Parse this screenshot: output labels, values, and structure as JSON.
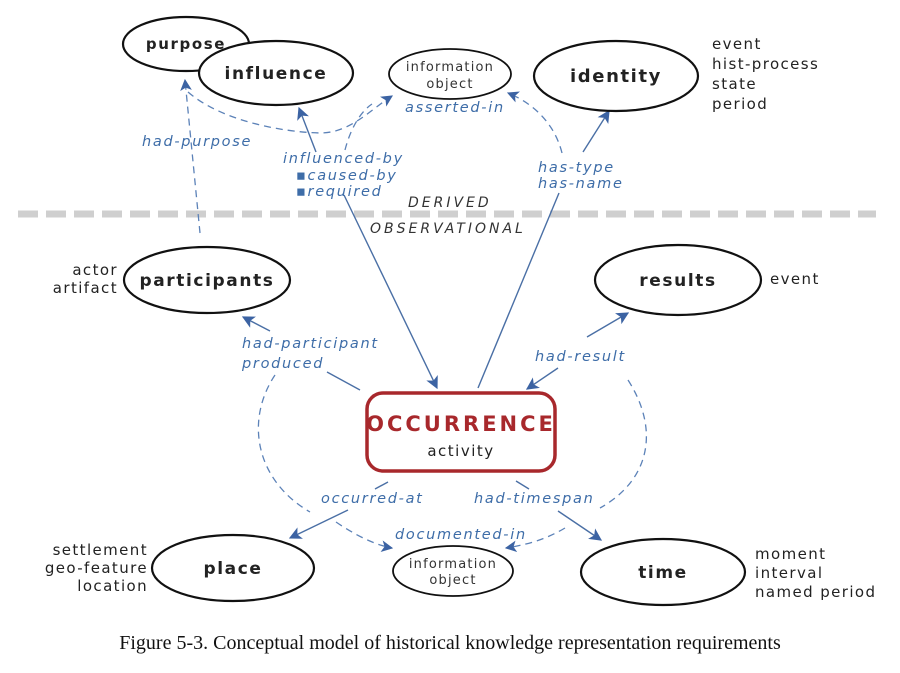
{
  "nodes": {
    "purpose": "purpose",
    "influence": "influence",
    "info_top": [
      "information",
      "object"
    ],
    "identity": "identity",
    "participants": "participants",
    "results": "results",
    "occurrence": {
      "title": "OCCURRENCE",
      "subtitle": "activity"
    },
    "place": "place",
    "info_bottom": [
      "information",
      "object"
    ],
    "time": "time"
  },
  "side_lists": {
    "identity": [
      "event",
      "hist-process",
      "state",
      "period"
    ],
    "participants": [
      "actor",
      "artifact"
    ],
    "results": [
      "event"
    ],
    "place": [
      "settlement",
      "geo-feature",
      "location"
    ],
    "time": [
      "moment",
      "interval",
      "named period"
    ]
  },
  "edge_labels": {
    "had_purpose": "had-purpose",
    "asserted_in": "asserted-in",
    "influenced_by": [
      "influenced-by",
      "▪caused-by",
      "▪required"
    ],
    "has_type_name": [
      "has-type",
      "has-name"
    ],
    "had_participant": [
      "had-participant",
      "produced"
    ],
    "had_result": "had-result",
    "occurred_at": "occurred-at",
    "had_timespan": "had-timespan",
    "documented_in": "documented-in"
  },
  "layers": {
    "upper": "DERIVED",
    "lower": "OBSERVATIONAL"
  },
  "colors": {
    "occurrence": "#a8282c",
    "edge": "#4a6fa5",
    "divider": "#cfcfcf"
  },
  "caption": "Figure 5-3. Conceptual model of historical knowledge representation requirements"
}
